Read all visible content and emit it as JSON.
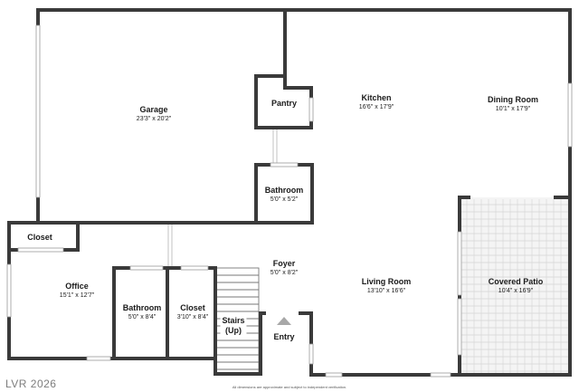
{
  "rooms": {
    "garage": {
      "name": "Garage",
      "dims": "23'3\" x 20'2\""
    },
    "pantry": {
      "name": "Pantry"
    },
    "kitchen": {
      "name": "Kitchen",
      "dims": "16'6\" x 17'9\""
    },
    "dining": {
      "name": "Dining Room",
      "dims": "10'1\" x 17'9\""
    },
    "bathroom_upper": {
      "name": "Bathroom",
      "dims": "5'0\" x 5'2\""
    },
    "closet_office": {
      "name": "Closet"
    },
    "foyer": {
      "name": "Foyer",
      "dims": "5'0\" x 8'2\""
    },
    "office": {
      "name": "Office",
      "dims": "15'1\" x 12'7\""
    },
    "living": {
      "name": "Living Room",
      "dims": "13'10\" x 16'6\""
    },
    "patio": {
      "name": "Covered Patio",
      "dims": "10'4\" x 16'9\""
    },
    "bathroom_lower": {
      "name": "Bathroom",
      "dims": "5'0\" x 8'4\""
    },
    "closet_lower": {
      "name": "Closet",
      "dims": "3'10\" x 8'4\""
    },
    "stairs": {
      "name": "Stairs",
      "note": "(Up)"
    },
    "entry": {
      "name": "Entry"
    }
  },
  "watermark": "LVR 2026",
  "disclaimer": "All dimensions are approximate and subject to independent verification.",
  "colors": {
    "wall": "#3a3a3a",
    "patio_tile": "#d6d6d6",
    "background": "#ffffff"
  }
}
